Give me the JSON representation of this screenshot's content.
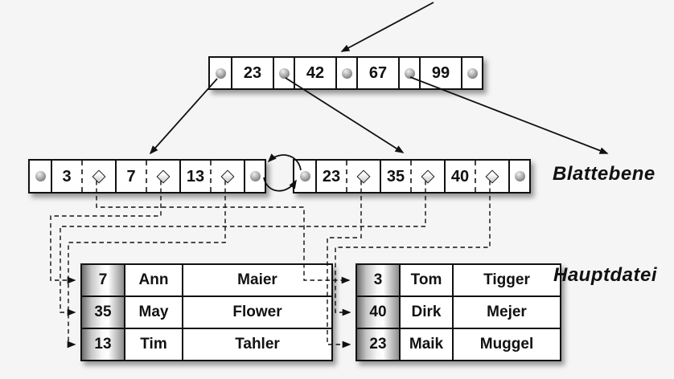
{
  "root_node": {
    "keys": [
      "23",
      "42",
      "67",
      "99"
    ]
  },
  "leaf_left": {
    "keys": [
      "3",
      "7",
      "13"
    ]
  },
  "leaf_right": {
    "keys": [
      "23",
      "35",
      "40"
    ]
  },
  "labels": {
    "leaf_level": "Blattebene",
    "main_file": "Hauptdatei"
  },
  "table_left": {
    "rows": [
      [
        "7",
        "Ann",
        "Maier"
      ],
      [
        "35",
        "May",
        "Flower"
      ],
      [
        "13",
        "Tim",
        "Tahler"
      ]
    ]
  },
  "table_right": {
    "rows": [
      [
        "3",
        "Tom",
        "Tigger"
      ],
      [
        "40",
        "Dirk",
        "Mejer"
      ],
      [
        "23",
        "Maik",
        "Muggel"
      ]
    ]
  },
  "icons": {
    "node_pointer": "gray-ball",
    "record_pointer": "diamond"
  },
  "colors": {
    "background": "#f5f5f5",
    "line": "#111111",
    "node_fill": "#ffffff"
  }
}
